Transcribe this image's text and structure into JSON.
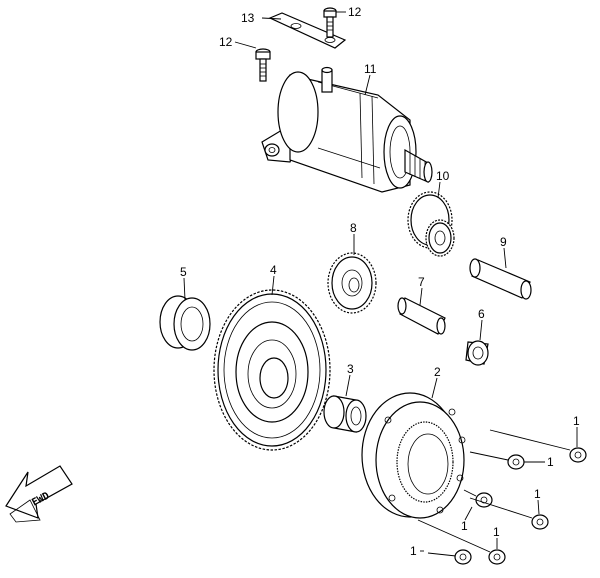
{
  "diagram": {
    "callouts": {
      "c1a": "1",
      "c1b": "1",
      "c1c": "1",
      "c1d": "1",
      "c1e": "1",
      "c1f": "1",
      "c2": "2",
      "c3": "3",
      "c4": "4",
      "c5": "5",
      "c6": "6",
      "c7": "7",
      "c8": "8",
      "c9": "9",
      "c10": "10",
      "c11": "11",
      "c12a": "12",
      "c12b": "12",
      "c13": "13"
    },
    "direction_arrow": {
      "label": "FWD"
    }
  }
}
